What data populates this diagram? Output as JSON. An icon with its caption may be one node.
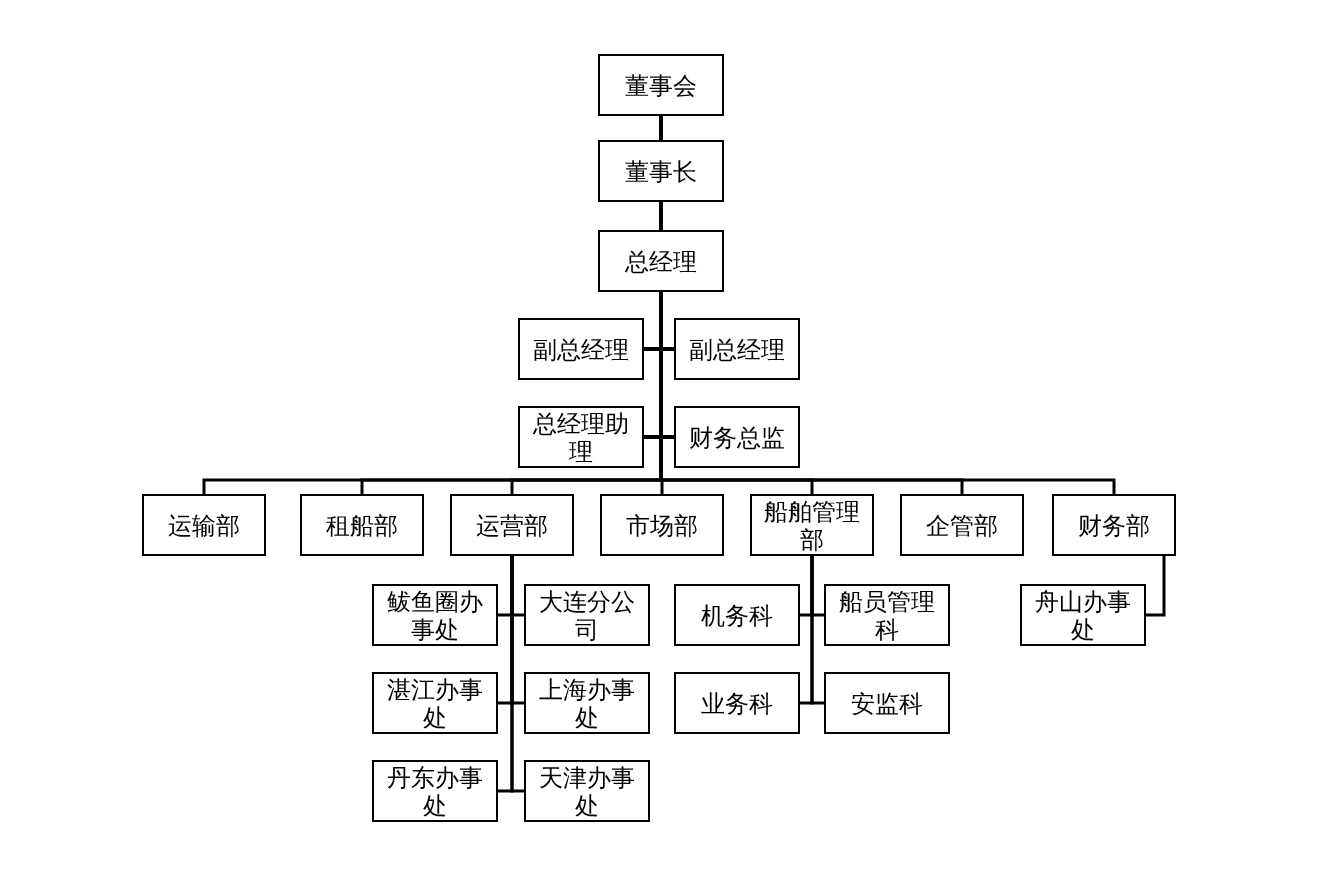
{
  "diagram": {
    "nodes": [
      {
        "text": [
          "董事会"
        ]
      },
      {
        "text": [
          "董事长"
        ]
      },
      {
        "text": [
          "总经理"
        ]
      },
      {
        "text": [
          "副总经理"
        ]
      },
      {
        "text": [
          "副总经理"
        ]
      },
      {
        "text": [
          "总经理助理"
        ]
      },
      {
        "text": [
          "财务总监"
        ]
      },
      {
        "text": [
          "运输部"
        ]
      },
      {
        "text": [
          "租船部"
        ]
      },
      {
        "text": [
          "运营部"
        ]
      },
      {
        "text": [
          "市场部"
        ]
      },
      {
        "text": [
          "船舶管理部"
        ]
      },
      {
        "text": [
          "企管部"
        ]
      },
      {
        "text": [
          "财务部"
        ]
      },
      {
        "text": [
          "鲅鱼圈办事处"
        ]
      },
      {
        "text": [
          "大连分公司"
        ]
      },
      {
        "text": [
          "湛江办事处"
        ]
      },
      {
        "text": [
          "上海办事处"
        ]
      },
      {
        "text": [
          "丹东办事处"
        ]
      },
      {
        "text": [
          "天津办事处"
        ]
      },
      {
        "text": [
          "机务科"
        ]
      },
      {
        "text": [
          "船员管理科"
        ]
      },
      {
        "text": [
          "业务科"
        ]
      },
      {
        "text": [
          "安监科"
        ]
      },
      {
        "text": [
          "舟山办事处"
        ]
      }
    ],
    "edges": [
      {
        "from": 0,
        "to": 1,
        "arrow": "none"
      },
      {
        "from": 1,
        "to": 2,
        "arrow": "none"
      },
      {
        "from": 2,
        "to": 3,
        "arrow": "none"
      },
      {
        "from": 2,
        "to": 4,
        "arrow": "none"
      },
      {
        "from": 2,
        "to": 5,
        "arrow": "none"
      },
      {
        "from": 2,
        "to": 6,
        "arrow": "none"
      },
      {
        "from": 2,
        "to": 7,
        "arrow": "none"
      },
      {
        "from": 2,
        "to": 8,
        "arrow": "none"
      },
      {
        "from": 2,
        "to": 9,
        "arrow": "none"
      },
      {
        "from": 2,
        "to": 10,
        "arrow": "none"
      },
      {
        "from": 2,
        "to": 11,
        "arrow": "none"
      },
      {
        "from": 2,
        "to": 12,
        "arrow": "none"
      },
      {
        "from": 2,
        "to": 13,
        "arrow": "none"
      },
      {
        "from": 9,
        "to": 14,
        "arrow": "none"
      },
      {
        "from": 9,
        "to": 15,
        "arrow": "none"
      },
      {
        "from": 9,
        "to": 16,
        "arrow": "none"
      },
      {
        "from": 9,
        "to": 17,
        "arrow": "none"
      },
      {
        "from": 9,
        "to": 18,
        "arrow": "none"
      },
      {
        "from": 9,
        "to": 19,
        "arrow": "none"
      },
      {
        "from": 11,
        "to": 20,
        "arrow": "none"
      },
      {
        "from": 11,
        "to": 21,
        "arrow": "none"
      },
      {
        "from": 11,
        "to": 22,
        "arrow": "none"
      },
      {
        "from": 11,
        "to": 23,
        "arrow": "none"
      },
      {
        "from": 13,
        "to": 24,
        "arrow": "none"
      }
    ]
  }
}
